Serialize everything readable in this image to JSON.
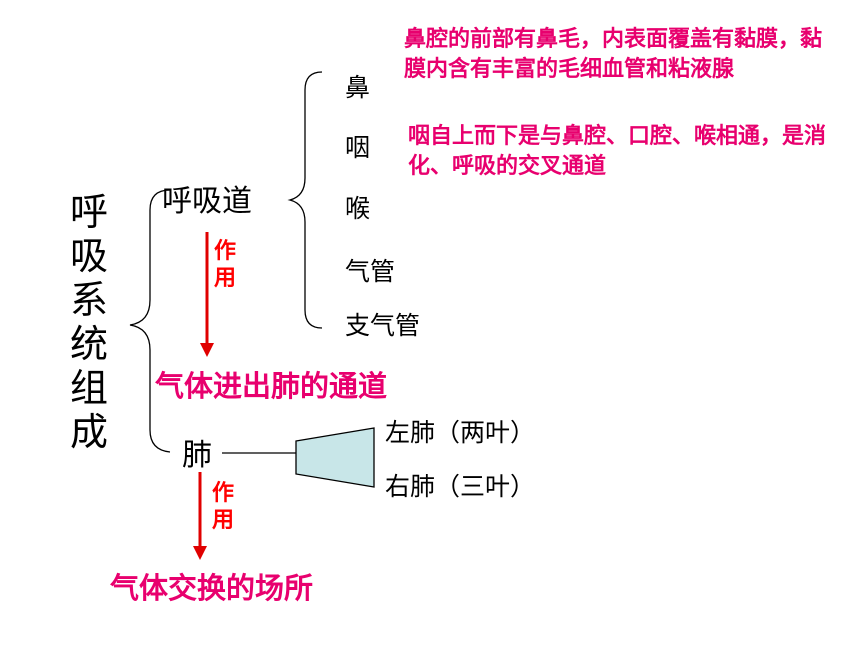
{
  "system_title": [
    "呼",
    "吸",
    "系",
    "统",
    "组",
    "成"
  ],
  "respiratory_tract": {
    "label": "呼吸道",
    "parts": [
      "鼻",
      "咽",
      "喉",
      "气管",
      "支气管"
    ],
    "function_label": [
      "作",
      "用"
    ],
    "function": "气体进出肺的通道"
  },
  "lung": {
    "label": "肺",
    "parts": [
      "左肺（两叶）",
      "右肺（三叶）"
    ],
    "function_label": [
      "作",
      "用"
    ],
    "function": "气体交换的场所"
  },
  "notes": {
    "nose": "鼻腔的前部有鼻毛，内表面覆盖有黏膜，黏膜内含有丰富的毛细血管和粘液腺",
    "pharynx": "咽自上而下是与鼻腔、口腔、喉相通，是消化、呼吸的交叉通道"
  },
  "colors": {
    "highlight": "#e8006e",
    "arrow": "#e00000",
    "lung_box_fill": "#c8e6e8"
  }
}
